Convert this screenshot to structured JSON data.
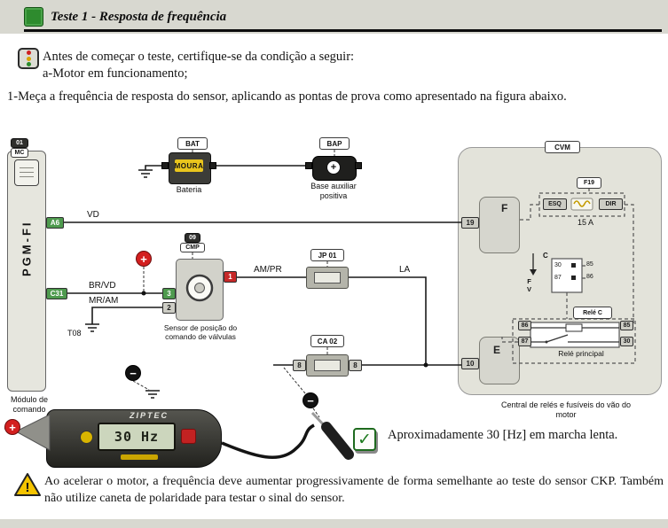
{
  "icons": {
    "check": "✓",
    "warning": "!",
    "plus": "+",
    "minus": "−"
  },
  "header": {
    "title": "Teste 1 - Resposta de frequência"
  },
  "precondition": {
    "intro": "Antes de começar o teste, certifique-se da condição a seguir:",
    "condition": "a-Motor em funcionamento;"
  },
  "step_text": "1-Meça a frequência de resposta do sensor, aplicando as pontas de prova como apresentado na figura abaixo.",
  "diagram": {
    "module": {
      "badge_number": "01",
      "badge_code": "MC",
      "name": "PGM-FI",
      "caption": "Módulo de comando",
      "pin_a6": "A6",
      "pin_c31": "C31"
    },
    "battery": {
      "badge": "BAT",
      "brand": "MOURA",
      "caption": "Bateria"
    },
    "bap": {
      "badge": "BAP",
      "caption": "Base auxiliar positiva"
    },
    "sensor": {
      "badge_number": "09",
      "badge_code": "CMP",
      "caption": "Sensor de posição do comando de válvulas",
      "pin1": "1",
      "pin2": "2",
      "pin3": "3"
    },
    "jp01_badge": "JP 01",
    "ca02": {
      "badge": "CA 02",
      "pin_left": "8",
      "pin_right": "8"
    },
    "t08_label": "T08",
    "wire_labels": {
      "vd": "VD",
      "br_vd": "BR/VD",
      "mr_am": "MR/AM",
      "am_pr": "AM/PR",
      "la": "LA",
      "fv": "FV"
    },
    "cvm": {
      "badge": "CVM",
      "caption": "Central de relés e fusíveis do vão do motor",
      "connector_f_label": "F",
      "connector_f_pin": "19",
      "connector_e_label": "E",
      "connector_e_pin": "10",
      "fuse_badge": "F19",
      "fuse_left": "ESQ",
      "fuse_right": "DIR",
      "fuse_rating": "15 A",
      "socket_label": "C",
      "socket_p30": "30",
      "socket_p87": "87",
      "socket_p85": "85",
      "socket_p86": "86",
      "relay_badge": "Relé C",
      "relay_caption": "Relé principal",
      "relay_p86": "86",
      "relay_p85": "85",
      "relay_p87": "87",
      "relay_p30": "30"
    },
    "meter": {
      "brand": "ZIPTEC",
      "display": "30 Hz"
    }
  },
  "result_text": "Aproximadamente 30 [Hz] em marcha lenta.",
  "warning_text": "Ao acelerar o motor, a frequência deve aumentar progressivamente de forma semelhante ao teste do sensor CKP. Também não utilize caneta de polaridade para testar o sinal do sensor."
}
